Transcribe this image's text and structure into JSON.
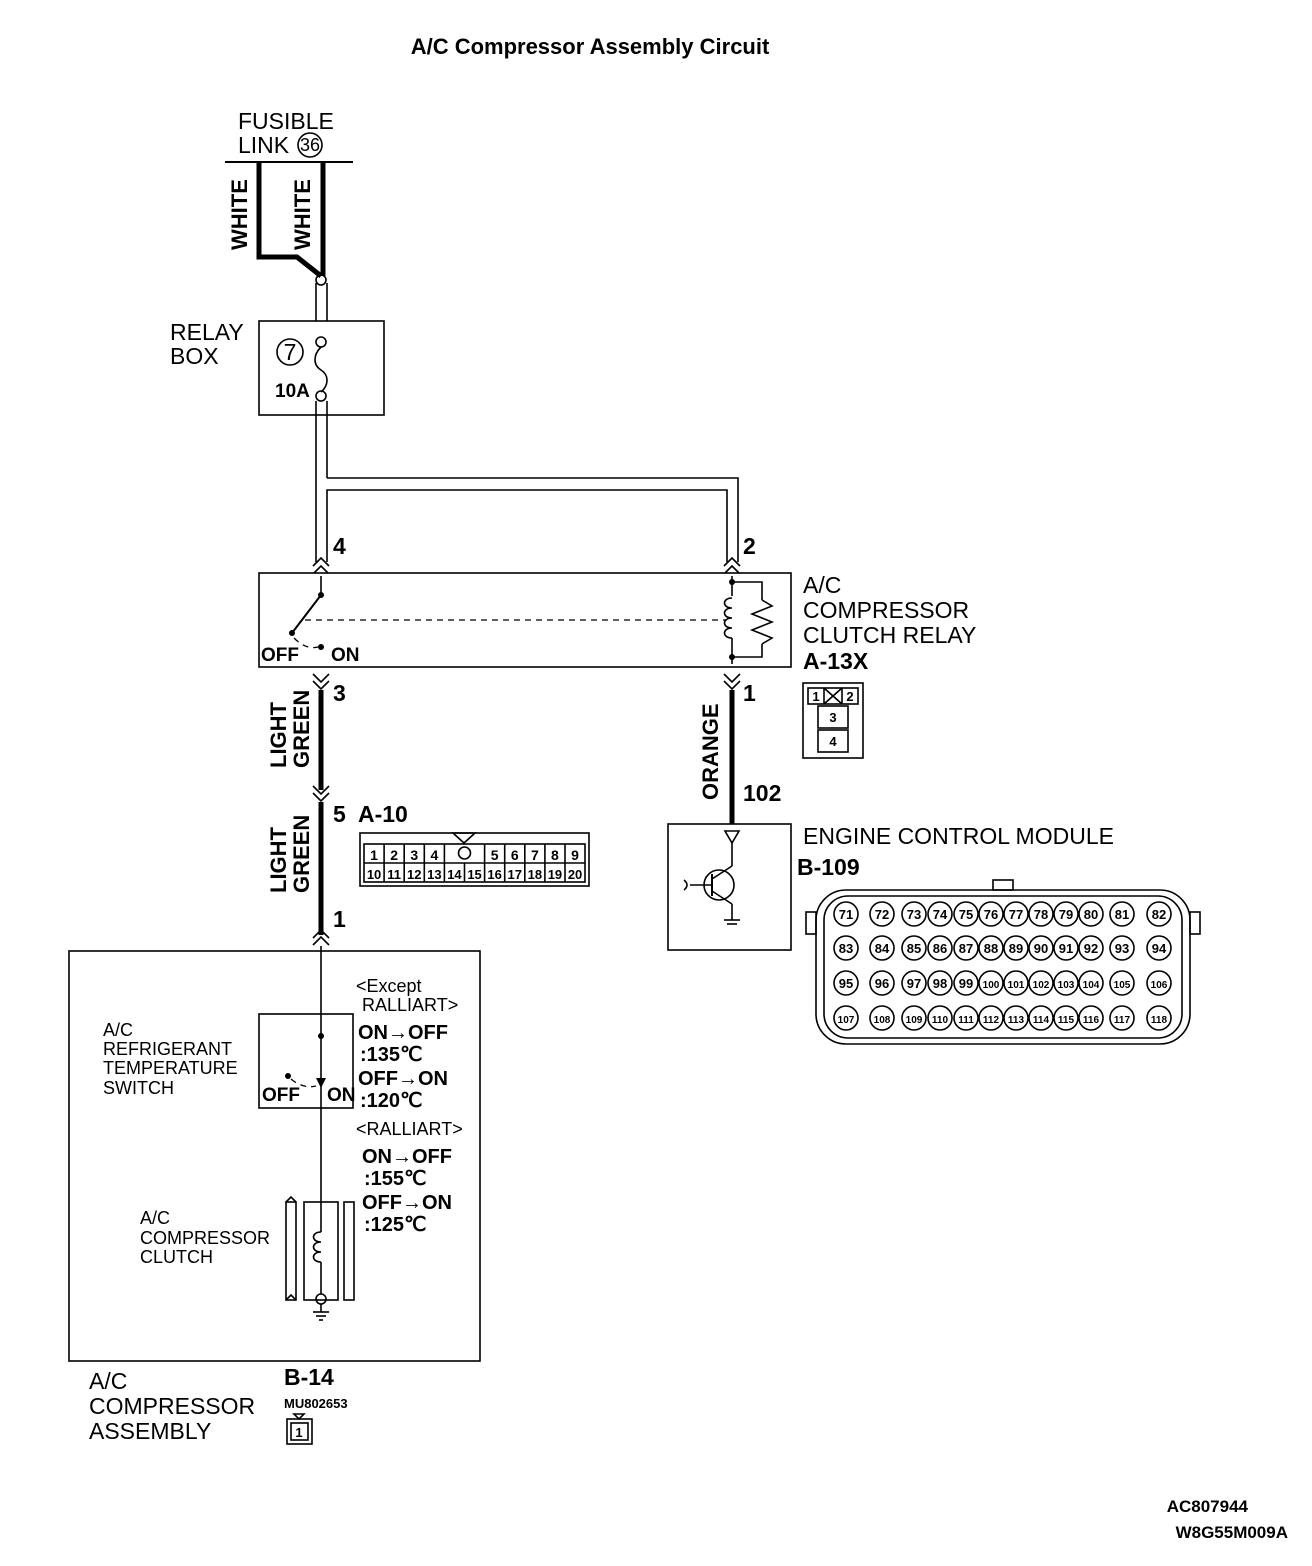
{
  "title": "A/C Compressor Assembly Circuit",
  "fusible_link": {
    "line1": "FUSIBLE",
    "line2": "LINK",
    "number": "36"
  },
  "wires": {
    "white_left": "WHITE",
    "white_right": "WHITE",
    "light_green_upper": [
      "LIGHT",
      "GREEN"
    ],
    "light_green_lower": [
      "LIGHT",
      "GREEN"
    ],
    "orange": "ORANGE"
  },
  "relay_box": {
    "line1": "RELAY",
    "line2": "BOX",
    "fuse_number": "7",
    "fuse_rating": "10A"
  },
  "clutch_relay": {
    "line1": "A/C",
    "line2": "COMPRESSOR",
    "line3": "CLUTCH RELAY",
    "connector": "A-13X",
    "off": "OFF",
    "on": "ON",
    "pins": {
      "p4": "4",
      "p2": "2",
      "p3": "3",
      "p1": "1"
    },
    "connector_cells": [
      "1",
      "2",
      "3",
      "4"
    ]
  },
  "connector_a10": {
    "pin": "5",
    "name": "A-10",
    "row1": [
      "1",
      "2",
      "3",
      "4",
      "",
      "5",
      "6",
      "7",
      "8",
      "9"
    ],
    "row2": [
      "10",
      "11",
      "12",
      "13",
      "14",
      "15",
      "16",
      "17",
      "18",
      "19",
      "20"
    ]
  },
  "ecm": {
    "name": "ENGINE CONTROL MODULE",
    "connector": "B-109",
    "wire_pin": "102",
    "rows": [
      [
        "71",
        "72",
        "73",
        "74",
        "75",
        "76",
        "77",
        "78",
        "79",
        "80",
        "81",
        "82"
      ],
      [
        "83",
        "84",
        "85",
        "86",
        "87",
        "88",
        "89",
        "90",
        "91",
        "92",
        "93",
        "94"
      ],
      [
        "95",
        "96",
        "97",
        "98",
        "99",
        "100",
        "101",
        "102",
        "103",
        "104",
        "105",
        "106"
      ],
      [
        "107",
        "108",
        "109",
        "110",
        "111",
        "112",
        "113",
        "114",
        "115",
        "116",
        "117",
        "118"
      ]
    ]
  },
  "assembly": {
    "pin_top": "1",
    "switch_label": [
      "A/C",
      "REFRIGERANT",
      "TEMPERATURE",
      "SWITCH"
    ],
    "switch_off": "OFF",
    "switch_on": "ON",
    "except_ralliart": [
      "<Except",
      "RALLIART>"
    ],
    "except_values": [
      "ON→OFF",
      ":135℃",
      "OFF→ON",
      ":120℃"
    ],
    "ralliart": "<RALLIART>",
    "ralliart_values": [
      "ON→OFF",
      ":155℃",
      "OFF→ON",
      ":125℃"
    ],
    "clutch_label": [
      "A/C",
      "COMPRESSOR",
      "CLUTCH"
    ],
    "name": [
      "A/C",
      "COMPRESSOR",
      "ASSEMBLY"
    ],
    "connector": "B-14",
    "part_no": "MU802653",
    "connector_pin": "1"
  },
  "codes": {
    "code1": "AC807944",
    "code2": "W8G55M009A"
  }
}
